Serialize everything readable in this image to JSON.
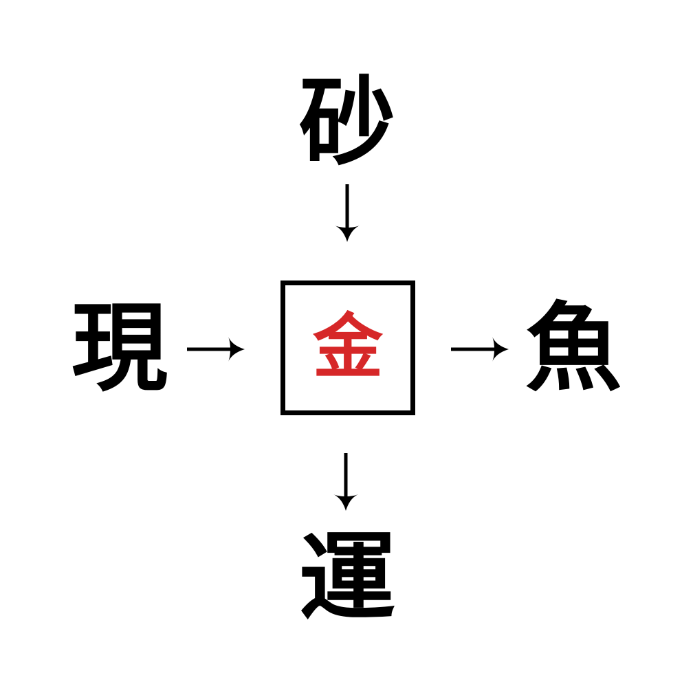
{
  "puzzle": {
    "description": "Kanji compound puzzle: four characters connect to a hidden center character via arrows",
    "center": {
      "char": "金",
      "color": "#d62728"
    },
    "top": {
      "char": "砂"
    },
    "left": {
      "char": "現"
    },
    "right": {
      "char": "魚"
    },
    "bottom": {
      "char": "運"
    },
    "arrows": [
      {
        "name": "arrow-top-to-center",
        "direction": "down"
      },
      {
        "name": "arrow-left-to-center",
        "direction": "right"
      },
      {
        "name": "arrow-center-to-right",
        "direction": "right"
      },
      {
        "name": "arrow-center-to-bottom",
        "direction": "down"
      }
    ],
    "colors": {
      "background": "#ffffff",
      "text": "#000000",
      "box_border": "#000000",
      "center_char": "#d62728"
    }
  }
}
